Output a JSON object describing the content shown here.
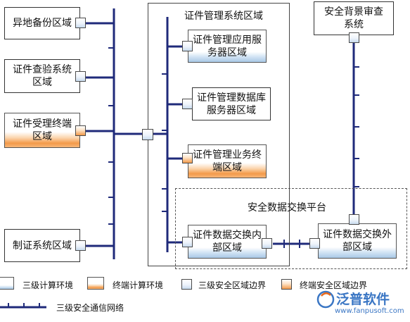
{
  "regions": {
    "management_title": "证件管理系统区域",
    "exchange_title": "安全数据交换平台"
  },
  "nodes": {
    "offsite_backup": "异地备份区域",
    "verification": "证件查验系统区域",
    "acceptance_terminal": "证件受理终端区域",
    "production": "制证系统区域",
    "app_server": "证件管理应用服务器区域",
    "db_server": "证件管理数据库服务器区域",
    "business_terminal": "证件管理业务终端区域",
    "exchange_internal": "证件数据交换内部区域",
    "exchange_external": "证件数据交换外部区域",
    "background_check": "安全背景审查系统"
  },
  "legend": {
    "level3_env": "三级计算环境",
    "terminal_env": "终端计算环境",
    "level3_boundary": "三级安全区域边界",
    "terminal_boundary": "终端安全区域边界",
    "network": "三级安全通信网络"
  },
  "watermark": {
    "brand": "泛普软件",
    "url": "www.fanpusoft.com"
  },
  "colors": {
    "line": "#1f2a7a",
    "blue_fill": "#a9c8e6",
    "orange_fill": "#f39a4a"
  }
}
